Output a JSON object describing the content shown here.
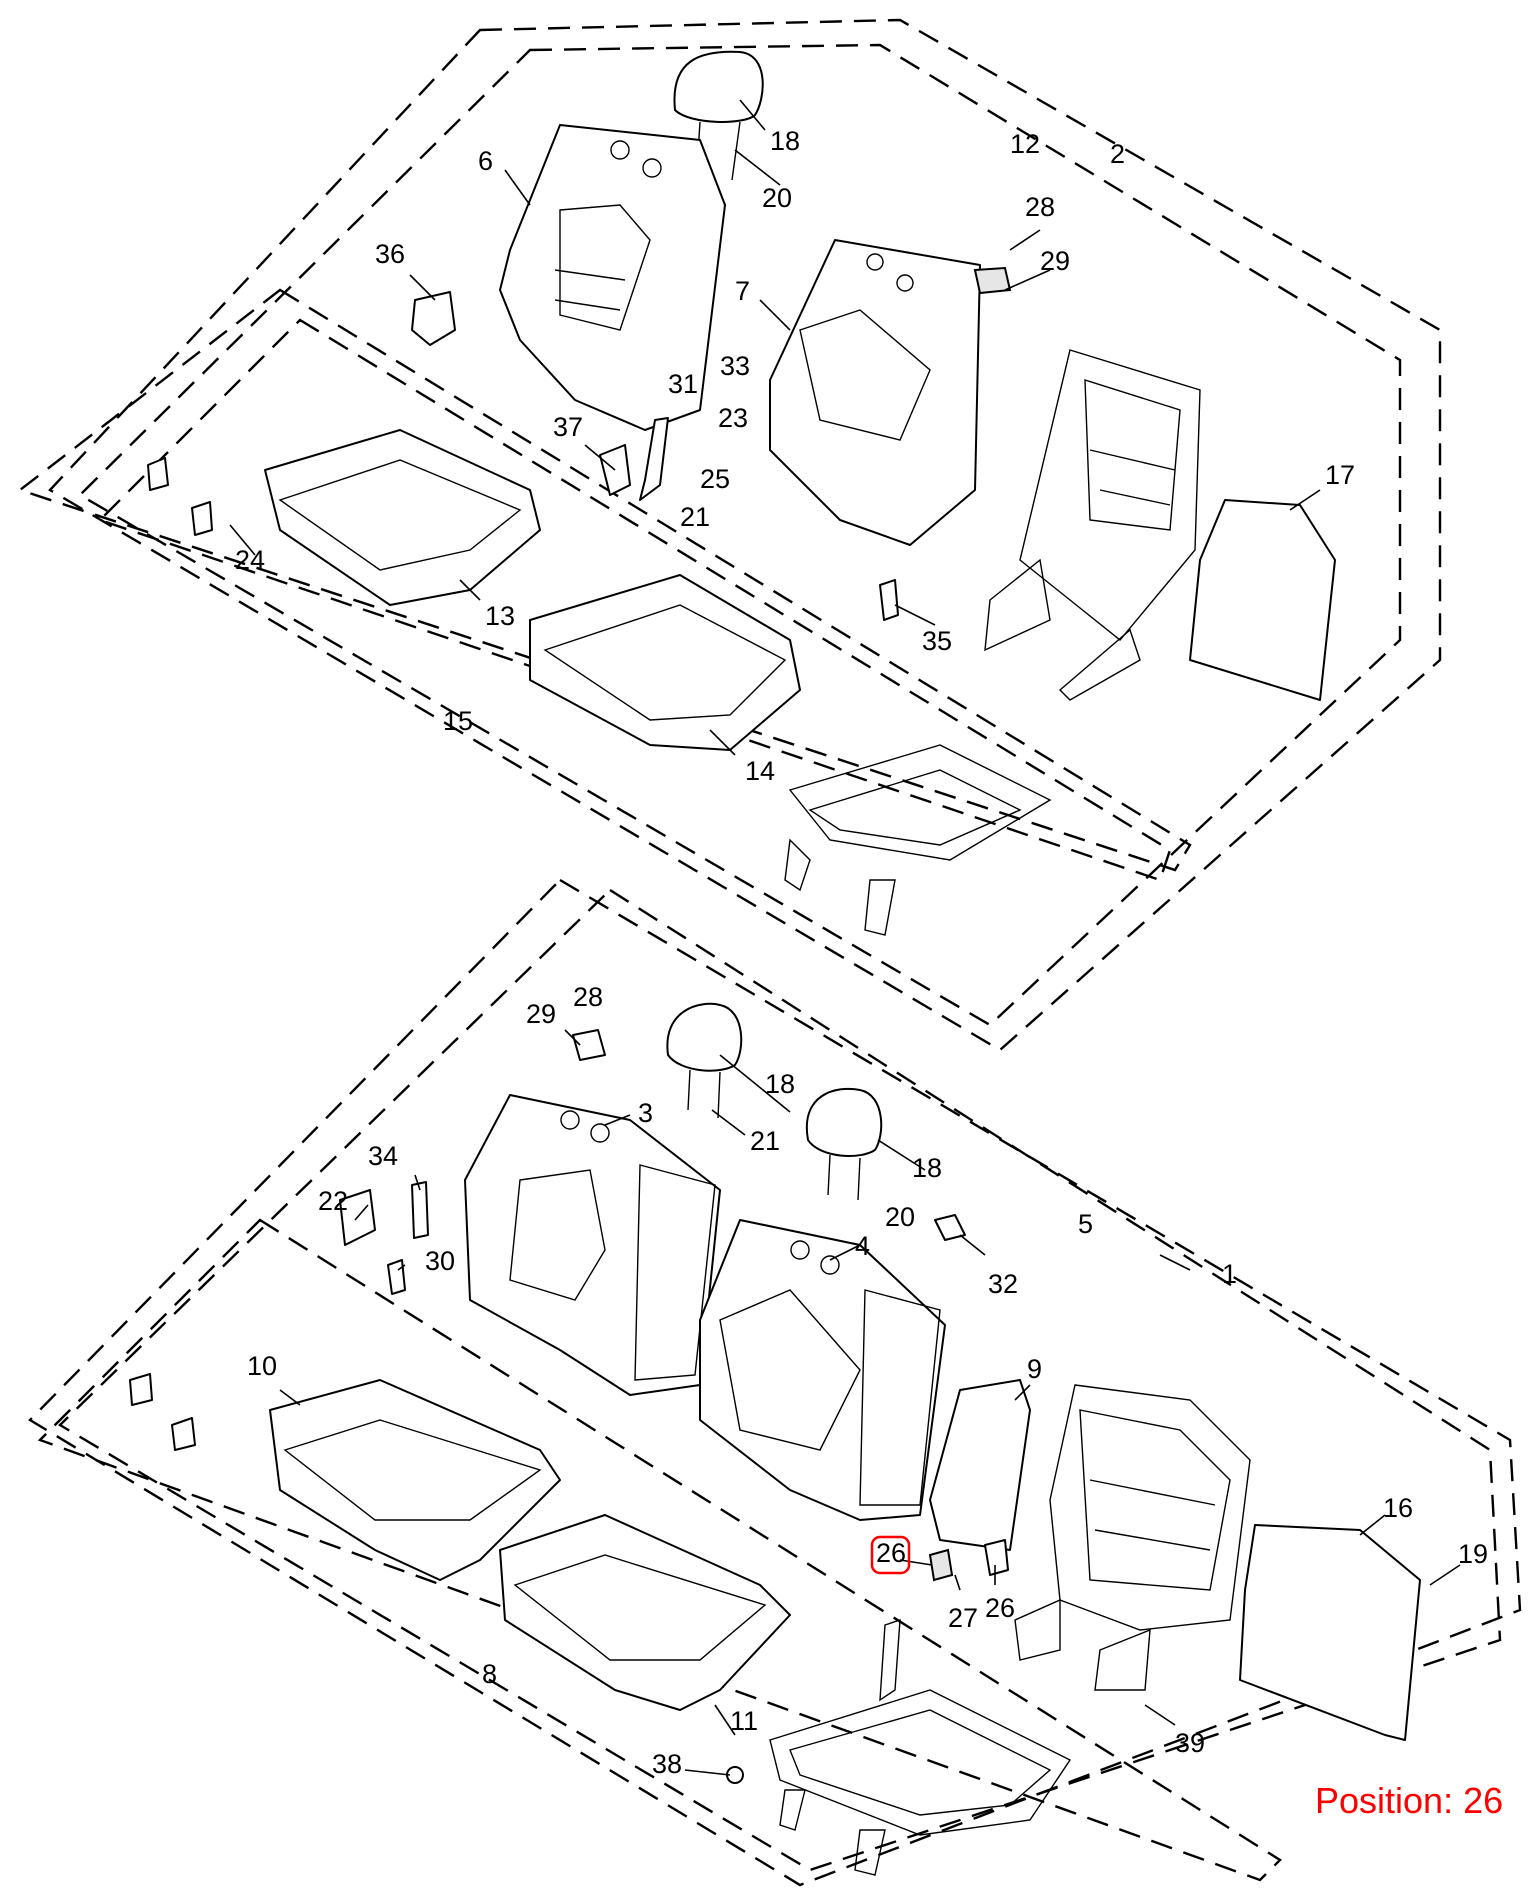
{
  "diagram": {
    "callouts": {
      "c1": "1",
      "c2": "2",
      "c3": "3",
      "c4": "4",
      "c5": "5",
      "c6": "6",
      "c7": "7",
      "c8": "8",
      "c9": "9",
      "c10": "10",
      "c11": "11",
      "c12": "12",
      "c13": "13",
      "c14": "14",
      "c15": "15",
      "c16": "16",
      "c17": "17",
      "c18a": "18",
      "c18b": "18",
      "c18c": "18",
      "c19": "19",
      "c20a": "20",
      "c20b": "20",
      "c21a": "21",
      "c21b": "21",
      "c22": "22",
      "c23": "23",
      "c24": "24",
      "c25": "25",
      "c26a": "26",
      "c26b": "26",
      "c27": "27",
      "c28a": "28",
      "c28b": "28",
      "c29a": "29",
      "c29b": "29",
      "c30": "30",
      "c31": "31",
      "c32": "32",
      "c33": "33",
      "c34": "34",
      "c35": "35",
      "c36": "36",
      "c37": "37",
      "c38": "38",
      "c39": "39"
    },
    "highlighted_callout": "26",
    "position_label": "Position: 26",
    "highlight_color": "#ff0000",
    "line_color": "#000000"
  }
}
